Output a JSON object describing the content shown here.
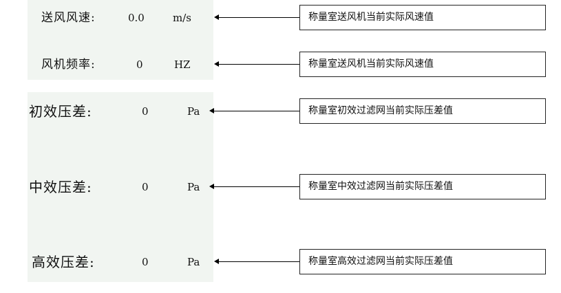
{
  "rows": [
    {
      "label": "送风风速:",
      "value": "0.0",
      "unit": "m/s",
      "note": "称量室送风机当前实际风速值"
    },
    {
      "label": "风机频率:",
      "value": "0",
      "unit": "HZ",
      "note": "称量室送风机当前实际风速值"
    },
    {
      "label": "初效压差:",
      "value": "0",
      "unit": "Pa",
      "note": "称量室初效过滤网当前实际压差值"
    },
    {
      "label": "中效压差:",
      "value": "0",
      "unit": "Pa",
      "note": "称量室中效过滤网当前实际压差值"
    },
    {
      "label": "高效压差:",
      "value": "0",
      "unit": "Pa",
      "note": "称量室高效过滤网当前实际压差值"
    }
  ]
}
